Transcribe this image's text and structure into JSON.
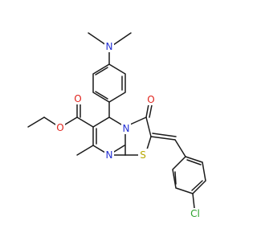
{
  "atoms": {
    "nitrogen_amine": {
      "text": "N",
      "color": "#2330d4"
    },
    "nitrogen_ring_top": {
      "text": "N",
      "color": "#2330d4"
    },
    "nitrogen_ring_bottom": {
      "text": "N",
      "color": "#2330d4"
    },
    "oxygen_ketone": {
      "text": "O",
      "color": "#e0231c"
    },
    "oxygen_carbonyl": {
      "text": "O",
      "color": "#e0231c"
    },
    "oxygen_ester": {
      "text": "O",
      "color": "#e0231c"
    },
    "sulfur": {
      "text": "S",
      "color": "#b8a800"
    },
    "chlorine": {
      "text": "Cl",
      "color": "#2aa12a"
    }
  }
}
